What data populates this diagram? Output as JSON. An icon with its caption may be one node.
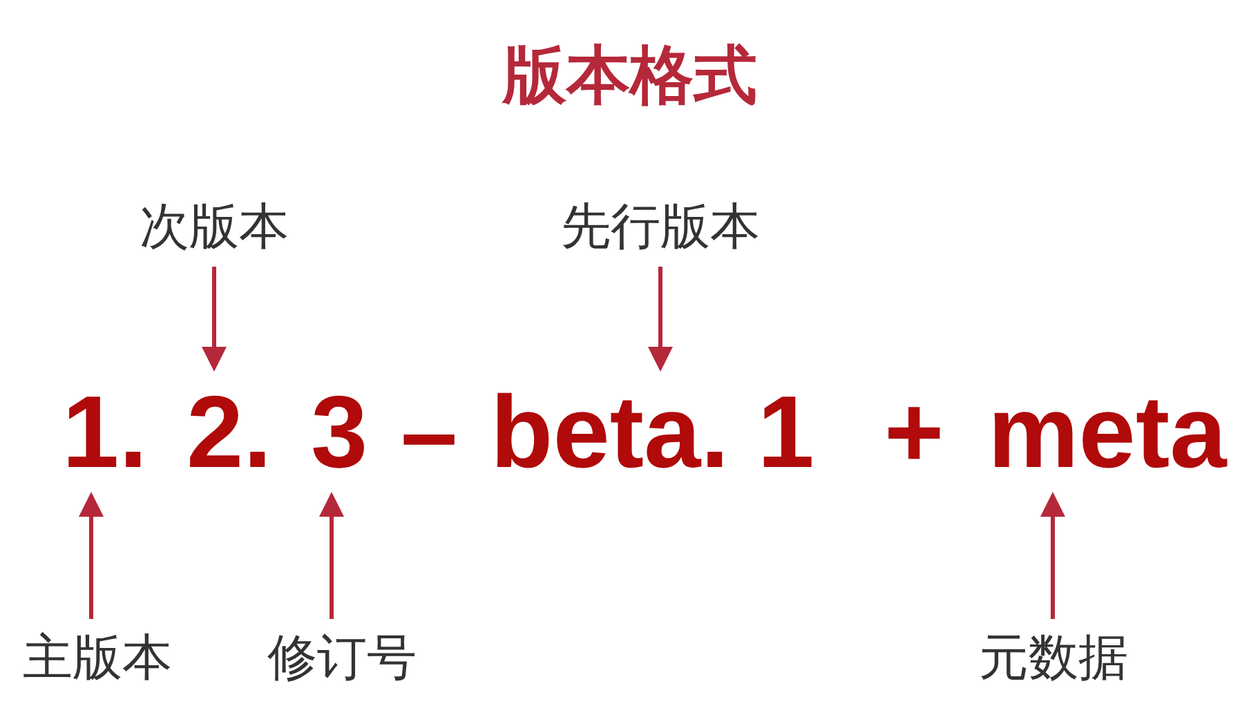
{
  "diagram": {
    "title": "版本格式",
    "nodes": [
      {
        "text": [
          "次版本"
        ]
      },
      {
        "text": [
          "先行版本"
        ]
      },
      {
        "text": [
          "1."
        ]
      },
      {
        "text": [
          "2."
        ]
      },
      {
        "text": [
          "3"
        ]
      },
      {
        "text": [
          "beta. 1"
        ]
      },
      {
        "text": [
          "meta"
        ]
      },
      {
        "text": [
          "主版本"
        ]
      },
      {
        "text": [
          "修订号"
        ]
      },
      {
        "text": [
          "元数据"
        ]
      }
    ],
    "edges": [
      {
        "from": 0,
        "to": 3,
        "arrow": "to"
      },
      {
        "from": 1,
        "to": 5,
        "arrow": "to"
      },
      {
        "from": 7,
        "to": 2,
        "arrow": "to"
      },
      {
        "from": 8,
        "to": 4,
        "arrow": "to"
      },
      {
        "from": 9,
        "to": 6,
        "arrow": "to"
      }
    ],
    "labels": [
      "–",
      "+"
    ]
  }
}
